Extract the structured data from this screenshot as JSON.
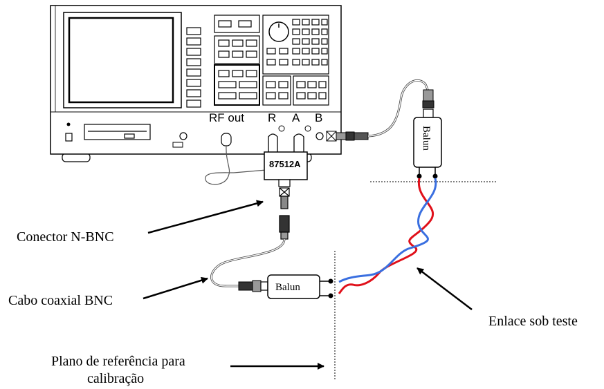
{
  "instrument": {
    "port_labels": {
      "rf_out": "RF out",
      "r": "R",
      "a": "A",
      "b": "B"
    },
    "splitter_model": "87512A"
  },
  "baluns": {
    "top": "Balun",
    "bottom": "Balun"
  },
  "callouts": {
    "connector": "Conector N-BNC",
    "coax": "Cabo coaxial BNC",
    "link": "Enlace sob teste",
    "ref_plane_line1": "Plano de referência para",
    "ref_plane_line2": "calibração"
  },
  "colors": {
    "pair_red": "#e0101a",
    "pair_blue": "#3a6fe0"
  }
}
